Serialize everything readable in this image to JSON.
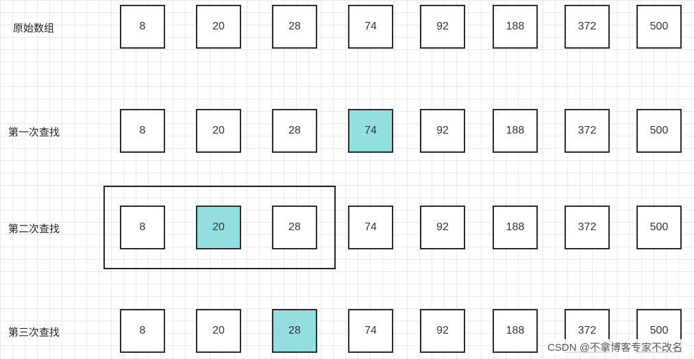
{
  "rows": [
    {
      "label": "原始数组",
      "highlight": -1
    },
    {
      "label": "第一次查找",
      "highlight": 3
    },
    {
      "label": "第二次查找",
      "highlight": 1,
      "bracket_end": 2
    },
    {
      "label": "第三次查找",
      "highlight": 2
    }
  ],
  "array": [
    "8",
    "20",
    "28",
    "74",
    "92",
    "188",
    "372",
    "500"
  ],
  "highlight_color": "#93dfe0",
  "watermark": "CSDN @不拿博客专家不改名"
}
